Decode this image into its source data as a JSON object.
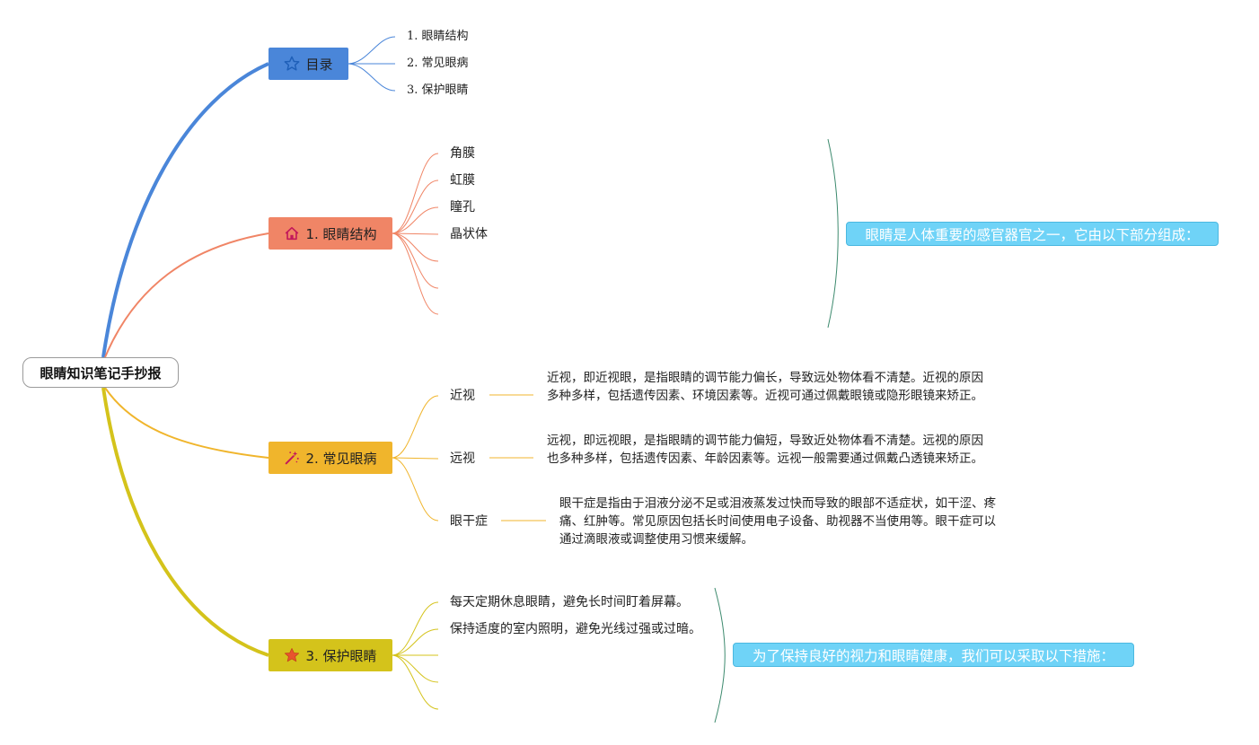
{
  "root": {
    "label": "眼睛知识笔记手抄报"
  },
  "toc": {
    "label": "目录",
    "icon": "star-outline-icon",
    "color": "#4a86d9",
    "items": [
      "1. 眼睛结构",
      "2. 常见眼病",
      "3. 保护眼睛"
    ]
  },
  "structure": {
    "label": "1. 眼睛结构",
    "icon": "home-icon",
    "color": "#f08566",
    "items": [
      "角膜",
      "虹膜",
      "瞳孔",
      "晶状体",
      "",
      "",
      ""
    ],
    "summary": "眼睛是人体重要的感官器官之一，它由以下部分组成："
  },
  "diseases": {
    "label": "2. 常见眼病",
    "icon": "magic-wand-icon",
    "color": "#f0b52c",
    "items": [
      {
        "name": "近视",
        "desc": "近视，即近视眼，是指眼睛的调节能力偏长，导致远处物体看不清楚。近视的原因多种多样，包括遗传因素、环境因素等。近视可通过佩戴眼镜或隐形眼镜来矫正。"
      },
      {
        "name": "远视",
        "desc": "远视，即远视眼，是指眼睛的调节能力偏短，导致近处物体看不清楚。远视的原因也多种多样，包括遗传因素、年龄因素等。远视一般需要通过佩戴凸透镜来矫正。"
      },
      {
        "name": "眼干症",
        "desc": "眼干症是指由于泪液分泌不足或泪液蒸发过快而导致的眼部不适症状，如干涩、疼痛、红肿等。常见原因包括长时间使用电子设备、助视器不当使用等。眼干症可以通过滴眼液或调整使用习惯来缓解。"
      }
    ]
  },
  "protect": {
    "label": "3. 保护眼睛",
    "icon": "star-filled-icon",
    "color": "#d4c31b",
    "items": [
      "每天定期休息眼睛，避免长时间盯着屏幕。",
      "保持适度的室内照明，避免光线过强或过暗。",
      "",
      "",
      ""
    ],
    "summary": "为了保持良好的视力和眼睛健康，我们可以采取以下措施："
  },
  "colors": {
    "summary_bg": "#6fd3f7",
    "bracket": "#3d8a6e"
  }
}
